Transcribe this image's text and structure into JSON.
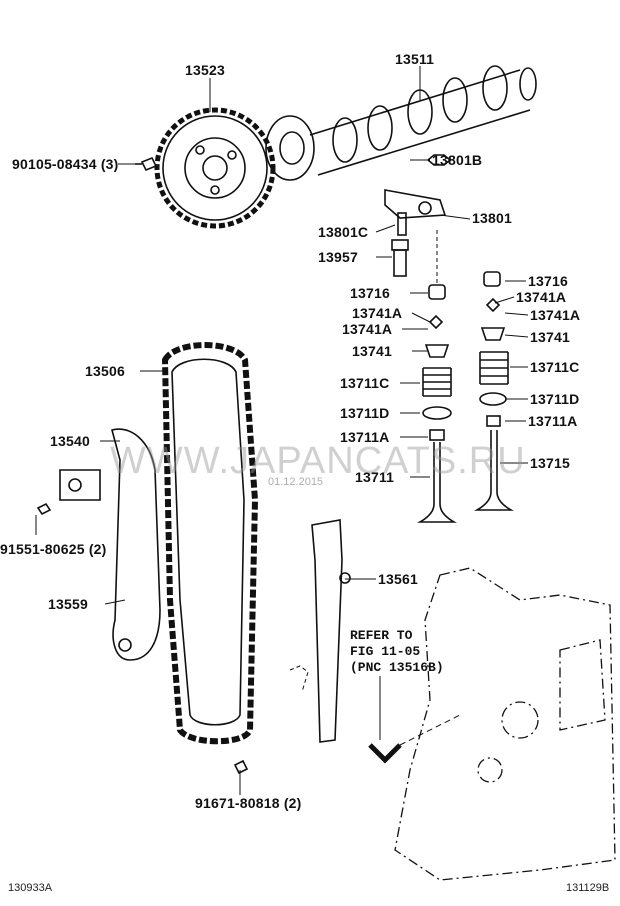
{
  "labels": {
    "sprocket": "13523",
    "camshaft": "13511",
    "sprocket_bolt": "90105-08434 (3)",
    "nut_13801b": "13801B",
    "adjuster_13801c": "13801C",
    "rocker_arm": "13801",
    "bolt_13957": "13957",
    "left_13716": "13716",
    "left_13741a_1": "13741A",
    "left_13741a_2": "13741A",
    "left_13741": "13741",
    "left_13711c": "13711C",
    "left_13711d": "13711D",
    "left_13711a": "13711A",
    "intake_valve": "13711",
    "right_13716": "13716",
    "right_13741a_1": "13741A",
    "right_13741a_2": "13741A",
    "right_13741": "13741",
    "right_13711c": "13711C",
    "right_13711d": "13711D",
    "right_13711a": "13711A",
    "exhaust_valve": "13715",
    "chain": "13506",
    "tensioner": "13540",
    "tensioner_bolt": "91551-80625 (2)",
    "tensioner_slipper": "13559",
    "vibration_damper": "13561",
    "damper_bolt": "91671-80818 (2)",
    "refer_note": "REFER TO\nFIG 11-05\n(PNC 13516B)"
  },
  "footer": {
    "left_code": "130933A",
    "right_code": "131129B"
  },
  "watermark": {
    "text": "WWW.JAPANCATS.RU",
    "date": "01.12.2015"
  }
}
